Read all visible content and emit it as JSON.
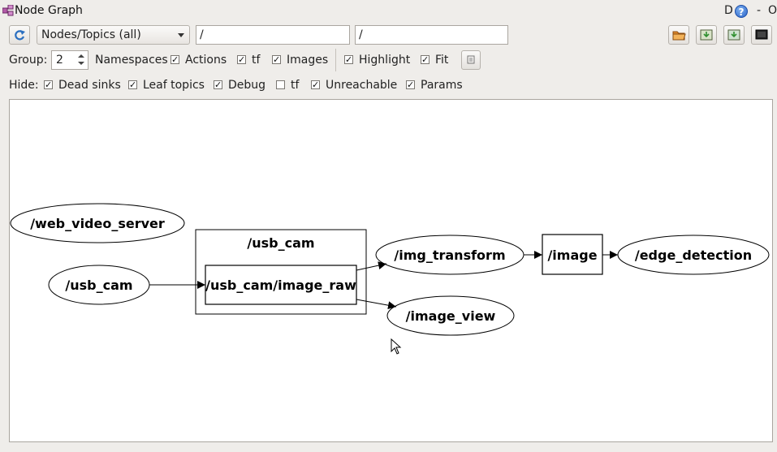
{
  "window": {
    "title": "Node Graph",
    "controls": [
      "D",
      "-",
      "O"
    ]
  },
  "toolbar": {
    "view_mode": "Nodes/Topics (all)",
    "node_filter": "/",
    "topic_filter": "/"
  },
  "options_row": {
    "group_label": "Group:",
    "group_value": "2",
    "namespaces_label": "Namespaces",
    "items": [
      {
        "label": "Actions",
        "checked": true
      },
      {
        "label": "tf",
        "checked": true
      },
      {
        "label": "Images",
        "checked": true
      },
      {
        "label": "Highlight",
        "checked": true
      },
      {
        "label": "Fit",
        "checked": true
      }
    ]
  },
  "hide_row": {
    "label": "Hide:",
    "items": [
      {
        "label": "Dead sinks",
        "checked": true
      },
      {
        "label": "Leaf topics",
        "checked": true
      },
      {
        "label": "Debug",
        "checked": true
      },
      {
        "label": "tf",
        "checked": false
      },
      {
        "label": "Unreachable",
        "checked": true
      },
      {
        "label": "Params",
        "checked": true
      }
    ]
  },
  "graph": {
    "nodes": {
      "web_video_server": "/web_video_server",
      "usb_cam_node": "/usb_cam",
      "usb_cam_ns": "/usb_cam",
      "image_raw": "/usb_cam/image_raw",
      "img_transform": "/img_transform",
      "image_topic": "/image",
      "edge_detection": "/edge_detection",
      "image_view": "/image_view"
    }
  }
}
